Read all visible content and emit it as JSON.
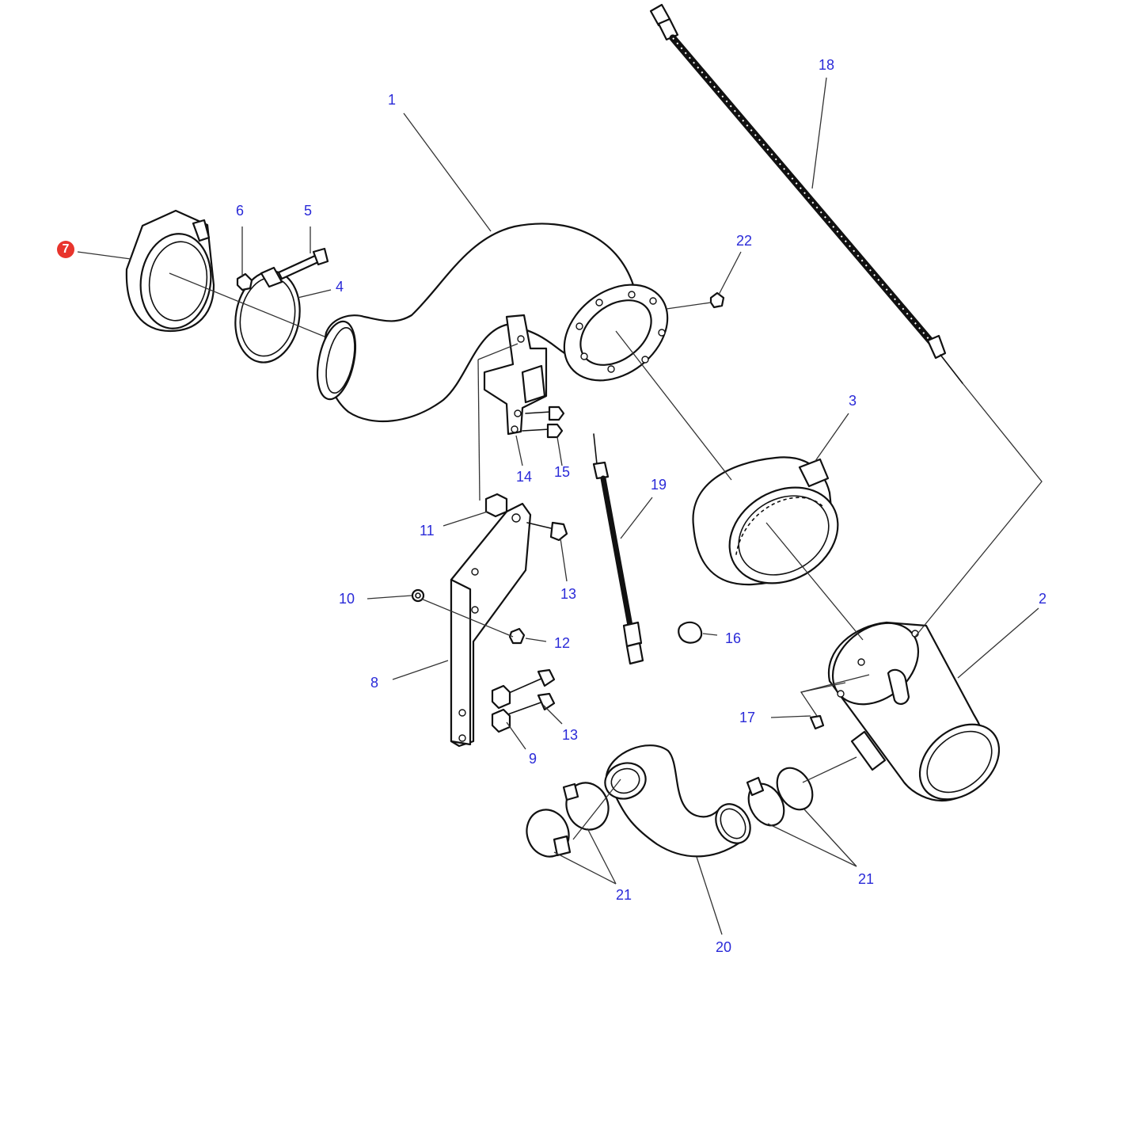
{
  "diagram": {
    "callouts": [
      {
        "id": "c1",
        "label": "1"
      },
      {
        "id": "c2",
        "label": "2"
      },
      {
        "id": "c3",
        "label": "3"
      },
      {
        "id": "c4",
        "label": "4"
      },
      {
        "id": "c5",
        "label": "5"
      },
      {
        "id": "c6",
        "label": "6"
      },
      {
        "id": "c7",
        "label": "7",
        "selected": true
      },
      {
        "id": "c8",
        "label": "8"
      },
      {
        "id": "c9",
        "label": "9"
      },
      {
        "id": "c10",
        "label": "10"
      },
      {
        "id": "c11",
        "label": "11"
      },
      {
        "id": "c12",
        "label": "12"
      },
      {
        "id": "c13a",
        "label": "13"
      },
      {
        "id": "c13b",
        "label": "13"
      },
      {
        "id": "c14",
        "label": "14"
      },
      {
        "id": "c15",
        "label": "15"
      },
      {
        "id": "c16",
        "label": "16"
      },
      {
        "id": "c17",
        "label": "17"
      },
      {
        "id": "c18",
        "label": "18"
      },
      {
        "id": "c19",
        "label": "19"
      },
      {
        "id": "c20",
        "label": "20"
      },
      {
        "id": "c21a",
        "label": "21"
      },
      {
        "id": "c21b",
        "label": "21"
      },
      {
        "id": "c22",
        "label": "22"
      }
    ],
    "colors": {
      "callout_text": "#2a2ad8",
      "selected_marker": "#e8342c",
      "line_art": "#111111"
    }
  }
}
